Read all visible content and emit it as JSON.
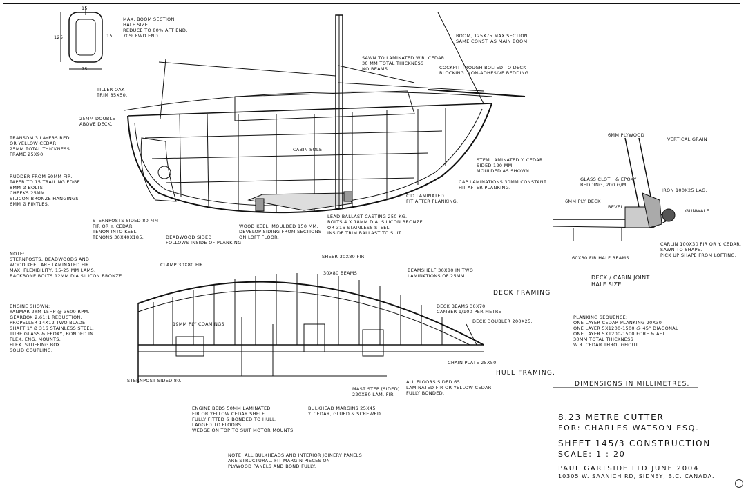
{
  "notes": {
    "mast_section": "Max. boom section\nhalf size.\nReduce to 80% aft end,\n70% fwd end.",
    "mast_width": "75",
    "mast_height": "125",
    "mast_side": "15",
    "mast_top": "15",
    "tiller": "Tiller oak\ntrim 85x50.",
    "double_deck": "25mm double\nabove deck.",
    "transom": "Transom 3 layers red\nor yellow cedar\n25mm total thickness\nFrame 25x90.",
    "rudder": "Rudder from 50mm fir.\nTaper to 15 trailing edge.\n8mm ø bolts\nCheeks 25mm.\nSilicon bronze hangings\n6mm ø pintles.",
    "sternposts": "Sternposts sided 80 mm\nfir or Y. cedar\nTenon into keel\nTenons 30x40x185.",
    "deadwood": "Deadwood sided\nfollows inside of planking",
    "wood_keel": "Wood keel, moulded 150 mm.\nDevelop siding from sections\non loft floor.",
    "lead_ballast": "Lead ballast casting 250 kg.\nBolts 4 x 18mm dia. silicon bronze\nor 316 stainless steel.\nInside trim ballast to suit.",
    "cockpit": "Cockpit trough bolted to deck\nblocking. Non-adhesive bedding.",
    "gen_laminate": "Sawn to laminated W.R. cedar\n30 mm total thickness\nno beams.",
    "boom": "Boom, 125x75 max section.\nSame const. as main boom.",
    "stem": "Stem laminated Y. cedar\nsided 120 mm\nmoulded as shown.",
    "rolling_stem": "Cap laminations 30mm constant\nfit after planking.",
    "hull_lam": "CID laminated\nfit after planking.",
    "keel_lam": "Note:\nSternposts, deadwoods and\nwood keel are laminated fir.\nMax. flexibility, 15-25 mm lams.\nBackbone bolts 12mm dia silicon bronze.",
    "engine": "Engine shown:\nYanmar 2YM 15hp @ 3600 rpm.\nGearbox 2.61:1 reduction.\nPropeller 14x12 two blade.\nShaft 1\" ø 316 stainless steel.\nTube glass & epoxy, bonded in.\nFlex. eng. mounts.\nFlex. stuffing box.\nSolid coupling.",
    "sternpost_sided": "Sternpost sided 80.",
    "engine_beds": "Engine beds 50mm laminated\nfir or yellow cedar shelf\nfully fitted & bonded to hull,\nlagged to floors.\nWedge on top to suit motor mounts.",
    "bulkhead": "Bulkhead margins 25x45\nY. cedar, glued & screwed.",
    "mast_step": "Mast step (sided)\n220x80 lam. fir.",
    "floors": "All floors sided 65\nlaminated fir or yellow cedar\nfully bonded.",
    "deck_beams": "Deck beams 30x70\ncamber 1/100 per metre",
    "beam_shelf": "Beamshelf 30x80 in two\nlaminations of 25mm.",
    "deck_doubler": "Deck doubler 200x25.",
    "chain_plate": "Chain plate 25x50",
    "cabin_sole": "Cabin sole",
    "plywood_coamings": "19mm ply coamings",
    "clamp": "Clamp 30x80 fir.",
    "beam_spacing": "30x80 beams",
    "chine": "Sheer 30x80 fir",
    "panel_note": "Note:   All bulkheads and interior joinery panels\nare structural. Fit margin pieces on\nplywood panels and bond fully.",
    "plank_sequence": "Planking sequence:\nOne layer cedar planking 20x30\nOne layer 5x1200-1500 @ 45° diagonal\nOne layer 5x1200-1500 fore & aft.\n30mm total thickness\nW.R. cedar throughout.",
    "cabin_ply": "6mm plywood",
    "vertical_grain": "Vertical grain",
    "glass_epoxy": "Glass cloth & epoxy\nbedding, 200 g/m.",
    "iron": "Iron 100x25 lag.",
    "deck_ply": "6mm ply deck",
    "beam_60": "60x30 fir half beams.",
    "carlin": "Carlin 100x30 fir or Y. cedar.\nSawn to shape.\nPick up shape from lofting.",
    "gunwale": "Gunwale",
    "bevel": "Bevel",
    "dimension": "Dimensions in millimetres.",
    "deck_framing": "Deck framing",
    "hull_framing": "Hull framing.",
    "cabin_joint": "Deck / cabin joint\nhalf size."
  },
  "title_block": {
    "line1": "8.23 Metre Cutter",
    "line2": "For: Charles Watson Esq.",
    "line3": "Sheet 145/3 Construction",
    "line4": "Scale:         1 : 20",
    "line5": "Paul Gartside Ltd    June 2004",
    "line6": "10305 W. Saanich Rd, Sidney, B.C. Canada."
  }
}
